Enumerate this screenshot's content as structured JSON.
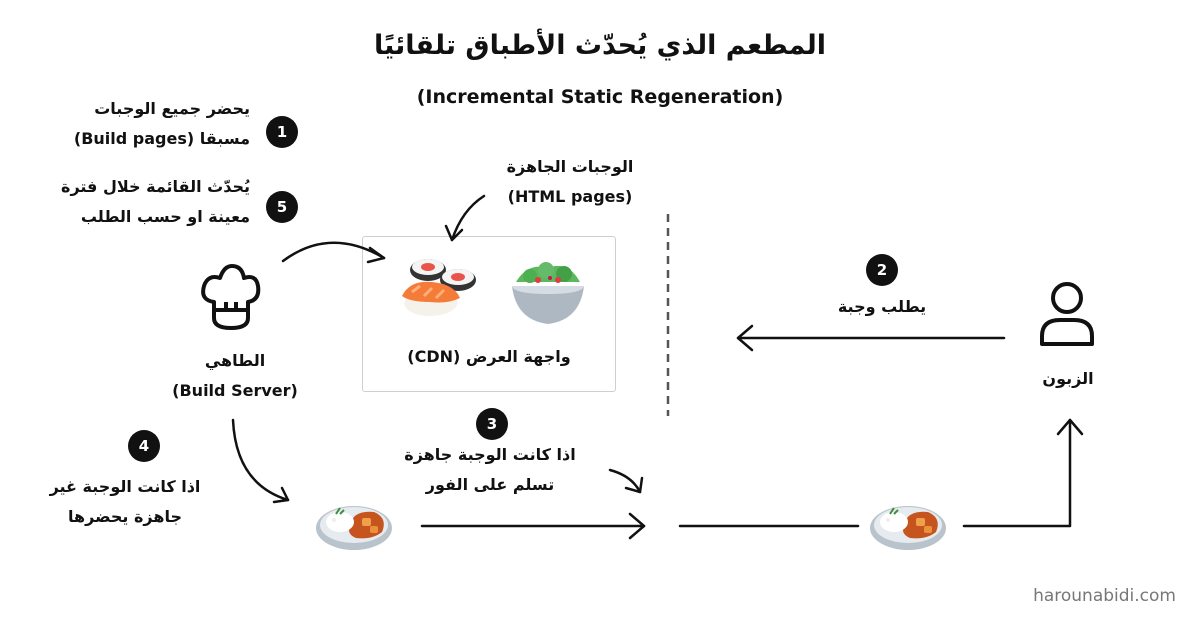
{
  "title": "المطعم الذي يُحدّث الأطباق تلقائيًا",
  "subtitle": "(Incremental Static Regeneration)",
  "steps": [
    {
      "number": "1",
      "line1": "يحضر جميع الوجبات",
      "line2": "مسبقا (Build pages)"
    },
    {
      "number": "2",
      "line1": "يطلب وجبة"
    },
    {
      "number": "3",
      "line1": "اذا كانت الوجبة جاهزة",
      "line2": "تسلم على الفور"
    },
    {
      "number": "4",
      "line1": "اذا كانت الوجبة غير",
      "line2": "جاهزة يحضرها"
    },
    {
      "number": "5",
      "line1": "يُحدّث القائمة خلال فترة",
      "line2": "معينة او حسب الطلب"
    }
  ],
  "ready_meals": {
    "line1": "الوجبات الجاهزة",
    "line2": "(HTML pages)"
  },
  "cdn": {
    "label": "واجهة العرض (CDN)"
  },
  "chef": {
    "line1": "الطاهي",
    "line2": "(Build Server)"
  },
  "customer": {
    "label": "الزبون"
  },
  "watermark": "harounabidi.com",
  "colors": {
    "text": "#111111",
    "badge": "#111111",
    "box_border": "#cfcfcf",
    "watermark": "#777777"
  },
  "icons": [
    "chef-hat-icon",
    "user-icon",
    "sushi-icon",
    "salad-icon",
    "curry-plate-icon"
  ]
}
